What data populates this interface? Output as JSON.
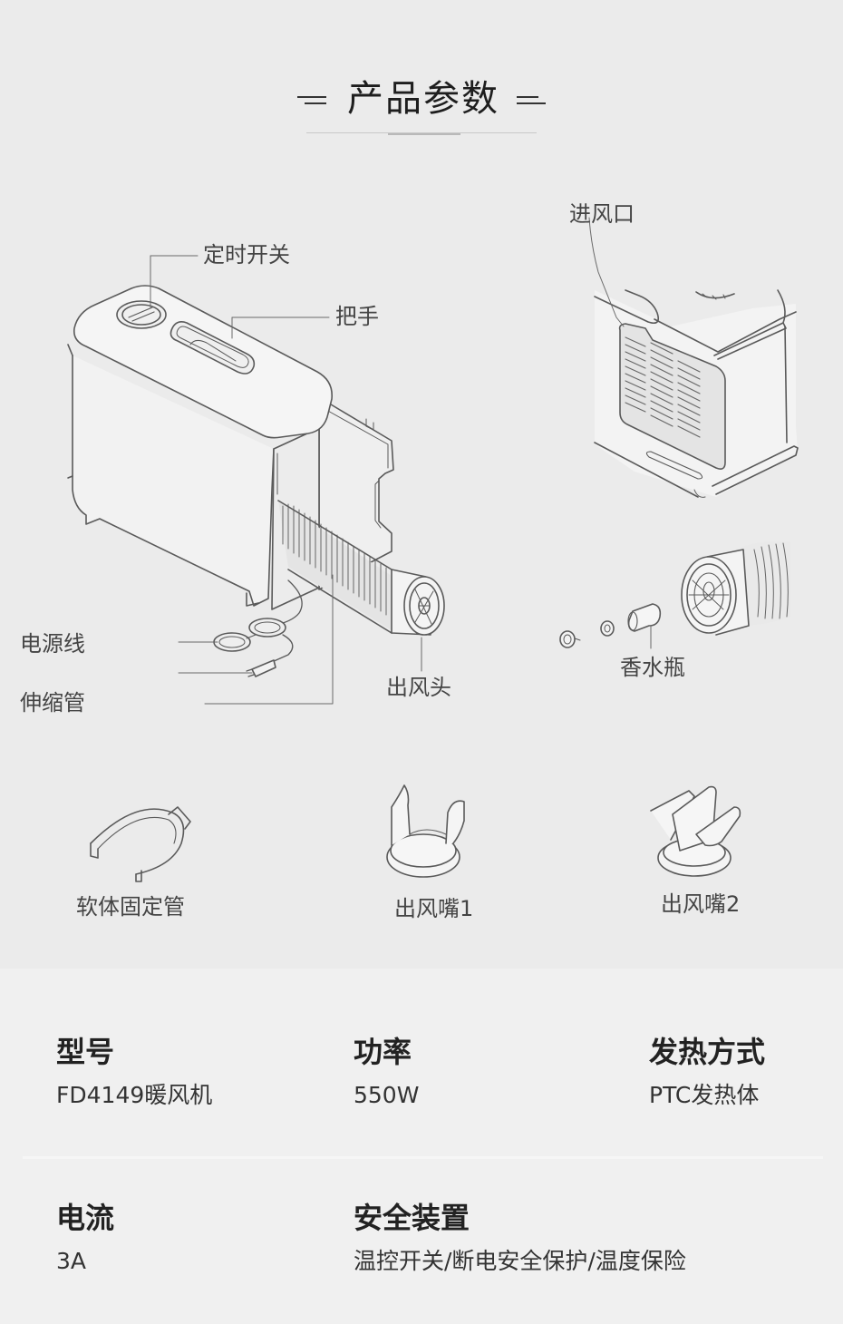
{
  "header": {
    "title": "产品参数"
  },
  "diagram": {
    "labels": {
      "timer_switch": "定时开关",
      "handle": "把手",
      "air_inlet": "进风口",
      "power_cord": "电源线",
      "telescopic_hose": "伸缩管",
      "air_outlet_head": "出风头",
      "perfume_bottle": "香水瓶"
    },
    "accessories": [
      {
        "label": "软体固定管"
      },
      {
        "label": "出风嘴1"
      },
      {
        "label": "出风嘴2"
      }
    ]
  },
  "specs": [
    {
      "title": "型号",
      "value": "FD4149暖风机"
    },
    {
      "title": "功率",
      "value": "550W"
    },
    {
      "title": "发热方式",
      "value": "PTC发热体"
    },
    {
      "title": "电流",
      "value": "3A"
    },
    {
      "title": "安全装置",
      "value": "温控开关/断电安全保护/温度保险"
    }
  ],
  "colors": {
    "background_top": "#ebebeb",
    "background_bottom": "#f0f0f0",
    "line_art": "#555555",
    "text_dark": "#222222"
  }
}
